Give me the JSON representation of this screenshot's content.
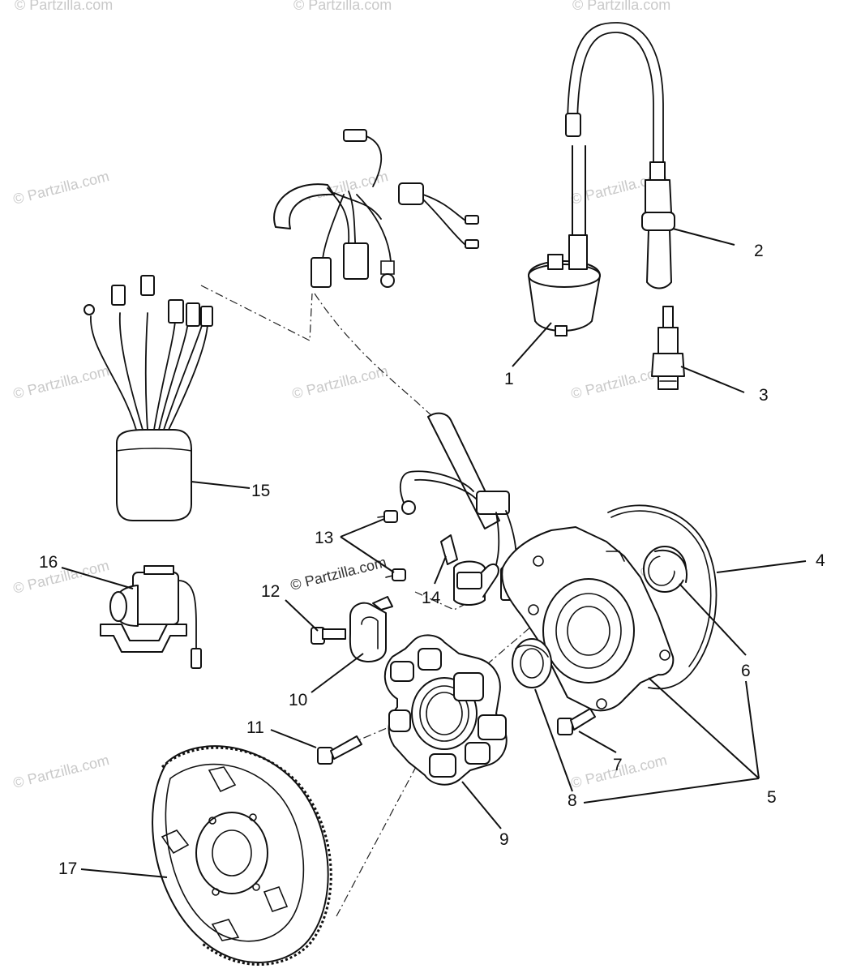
{
  "watermark": "© Partzilla.com",
  "callouts": {
    "c1": "1",
    "c2": "2",
    "c3": "3",
    "c4": "4",
    "c5": "5",
    "c6": "6",
    "c7": "7",
    "c8": "8",
    "c9": "9",
    "c10": "10",
    "c11": "11",
    "c12": "12",
    "c13": "13",
    "c14": "14",
    "c15": "15",
    "c16": "16",
    "c17": "17"
  }
}
